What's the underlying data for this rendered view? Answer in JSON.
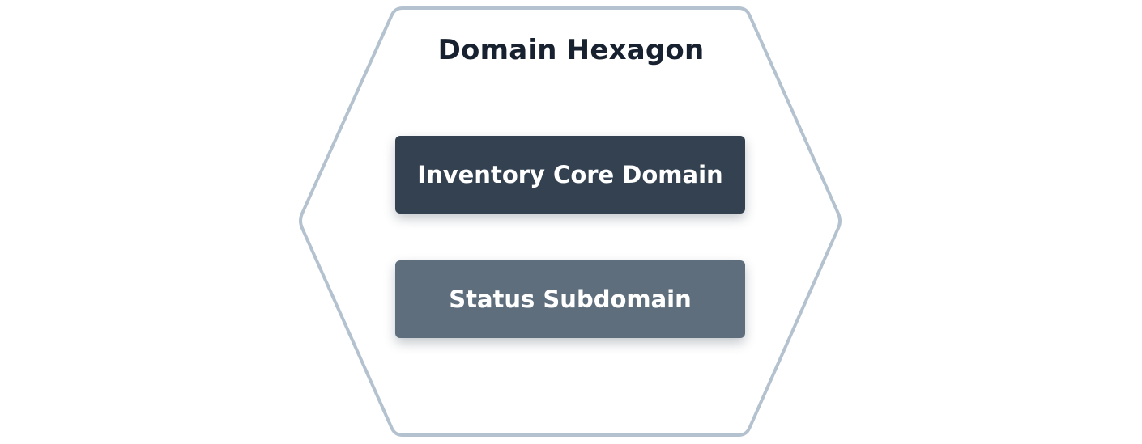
{
  "diagram": {
    "title": "Domain Hexagon",
    "boxes": [
      {
        "label": "Inventory Core Domain",
        "fill": "#334150"
      },
      {
        "label": "Status Subdomain",
        "fill": "#5f6e7d"
      }
    ]
  },
  "colors": {
    "hexagon_stroke": "#b4c2cf",
    "title_text": "#18212f",
    "box_text": "#ffffff",
    "background": "#ffffff"
  }
}
